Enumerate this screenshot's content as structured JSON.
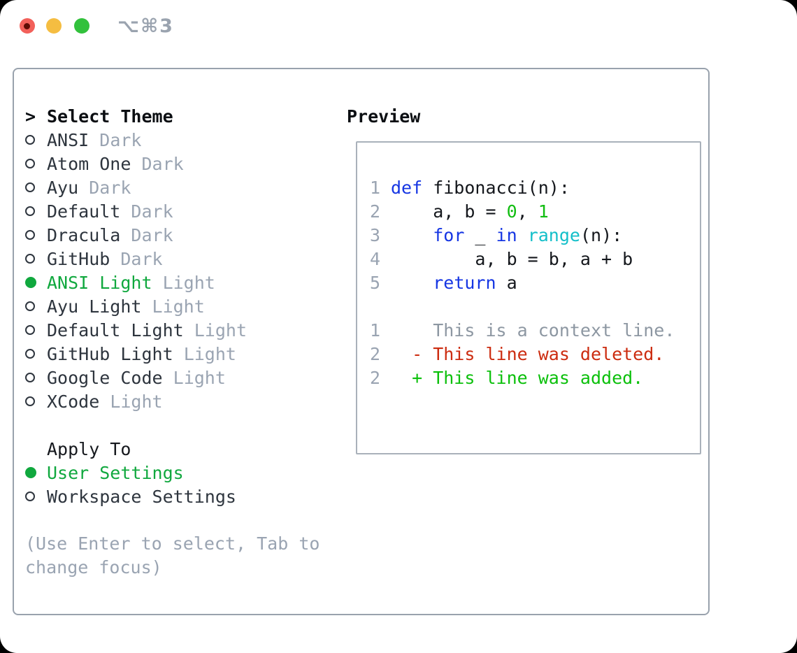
{
  "window": {
    "shortcut_label": "⌥⌘3"
  },
  "colors": {
    "accent_green": "#10a83e",
    "keyword_blue": "#1636e3",
    "function_cyan": "#13bfc9",
    "literal_green": "#11bd11",
    "added_green": "#0cc00c",
    "deleted_red": "#cc2c10",
    "muted_gray": "#9aa4b2",
    "text_dark": "#2e353e",
    "traffic_red": "#f2605a",
    "traffic_yellow": "#f5bd41",
    "traffic_green": "#32c13c"
  },
  "theme_panel": {
    "prompt": ">",
    "title": "Select Theme",
    "items": [
      {
        "name": "ANSI",
        "variant": "Dark",
        "selected": false
      },
      {
        "name": "Atom One",
        "variant": "Dark",
        "selected": false
      },
      {
        "name": "Ayu",
        "variant": "Dark",
        "selected": false
      },
      {
        "name": "Default",
        "variant": "Dark",
        "selected": false
      },
      {
        "name": "Dracula",
        "variant": "Dark",
        "selected": false
      },
      {
        "name": "GitHub",
        "variant": "Dark",
        "selected": false
      },
      {
        "name": "ANSI Light",
        "variant": "Light",
        "selected": true
      },
      {
        "name": "Ayu Light",
        "variant": "Light",
        "selected": false
      },
      {
        "name": "Default Light",
        "variant": "Light",
        "selected": false
      },
      {
        "name": "GitHub Light",
        "variant": "Light",
        "selected": false
      },
      {
        "name": "Google Code",
        "variant": "Light",
        "selected": false
      },
      {
        "name": "XCode",
        "variant": "Light",
        "selected": false
      }
    ],
    "apply_to": {
      "title": "Apply To",
      "options": [
        {
          "label": "User Settings",
          "selected": true
        },
        {
          "label": "Workspace Settings",
          "selected": false
        }
      ]
    },
    "hint": "(Use Enter to select, Tab to change focus)"
  },
  "preview": {
    "title": "Preview",
    "lines": [
      {
        "num": "1",
        "tokens": [
          {
            "t": "def",
            "c": "kw"
          },
          {
            "t": " fibonacci(n):",
            "c": "pl"
          }
        ]
      },
      {
        "num": "2",
        "tokens": [
          {
            "t": "    a, b = ",
            "c": "pl"
          },
          {
            "t": "0",
            "c": "lit"
          },
          {
            "t": ", ",
            "c": "pl"
          },
          {
            "t": "1",
            "c": "lit"
          }
        ]
      },
      {
        "num": "3",
        "tokens": [
          {
            "t": "    ",
            "c": "pl"
          },
          {
            "t": "for",
            "c": "kw"
          },
          {
            "t": " _ ",
            "c": "pl"
          },
          {
            "t": "in",
            "c": "kw"
          },
          {
            "t": " ",
            "c": "pl"
          },
          {
            "t": "range",
            "c": "fn"
          },
          {
            "t": "(n):",
            "c": "pl"
          }
        ]
      },
      {
        "num": "4",
        "tokens": [
          {
            "t": "        a, b = b, a + b",
            "c": "pl"
          }
        ]
      },
      {
        "num": "5",
        "tokens": [
          {
            "t": "    ",
            "c": "pl"
          },
          {
            "t": "return",
            "c": "kw"
          },
          {
            "t": " a",
            "c": "pl"
          }
        ]
      }
    ],
    "diff_lines": [
      {
        "num": "1",
        "tokens": [
          {
            "t": "    This is a context line.",
            "c": "ctx"
          }
        ]
      },
      {
        "num": "2",
        "tokens": [
          {
            "t": "  - This line was deleted.",
            "c": "del"
          }
        ]
      },
      {
        "num": "2",
        "tokens": [
          {
            "t": "  + This line was added.",
            "c": "add"
          }
        ]
      }
    ]
  }
}
